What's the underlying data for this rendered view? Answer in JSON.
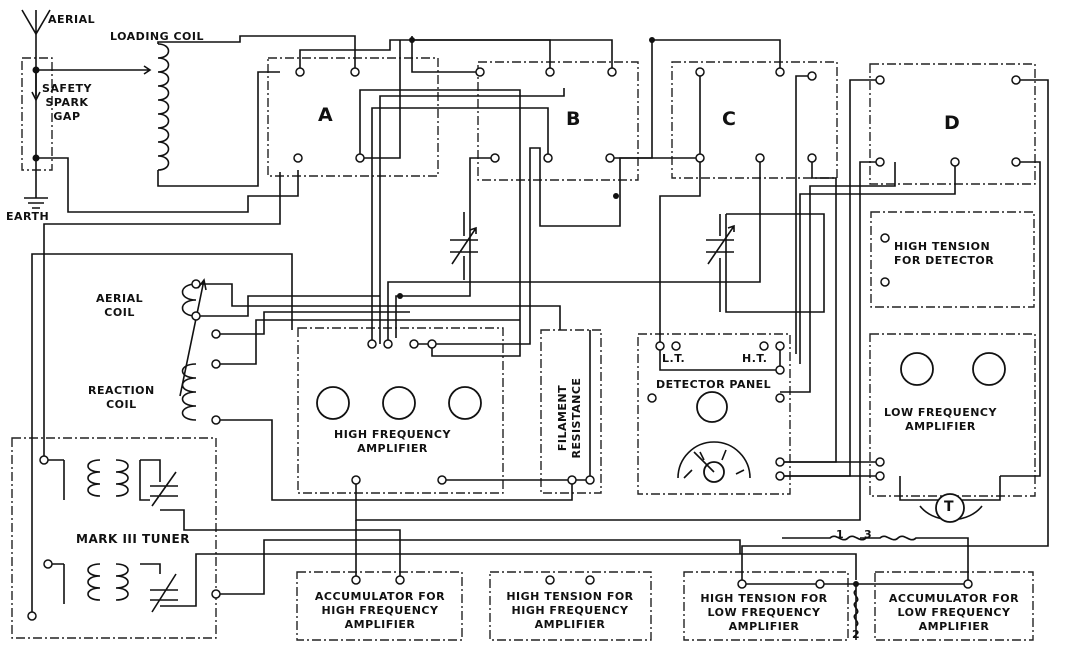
{
  "labels": {
    "aerial": "AERIAL",
    "loading_coil": "LOADING COIL",
    "safety_spark_gap": [
      "SAFETY",
      "SPARK",
      "GAP"
    ],
    "earth": "EARTH",
    "box_a": "A",
    "box_b": "B",
    "box_c": "C",
    "box_d": "D",
    "aerial_coil": [
      "AERIAL",
      "COIL"
    ],
    "reaction_coil": [
      "REACTION",
      "COIL"
    ],
    "mark_iii_tuner": "MARK III TUNER",
    "hf_amplifier": [
      "HIGH FREQUENCY",
      "AMPLIFIER"
    ],
    "filament_resistance": [
      "FILAMENT",
      "RESISTANCE"
    ],
    "detector_panel": "DETECTOR PANEL",
    "lt": "L.T.",
    "ht": "H.T.",
    "ht_detector": [
      "HIGH TENSION",
      "FOR DETECTOR"
    ],
    "lf_amplifier": [
      "LOW FREQUENCY",
      "AMPLIFIER"
    ],
    "telephone": "T",
    "acc_hf": [
      "ACCUMULATOR FOR",
      "HIGH FREQUENCY",
      "AMPLIFIER"
    ],
    "ht_hf": [
      "HIGH TENSION FOR",
      "HIGH FREQUENCY",
      "AMPLIFIER"
    ],
    "ht_lf": [
      "HIGH TENSION FOR",
      "LOW FREQUENCY",
      "AMPLIFIER"
    ],
    "acc_lf": [
      "ACCUMULATOR FOR",
      "LOW FREQUENCY",
      "AMPLIFIER"
    ],
    "lead_1": "1",
    "lead_2": "2",
    "lead_3": "3"
  }
}
